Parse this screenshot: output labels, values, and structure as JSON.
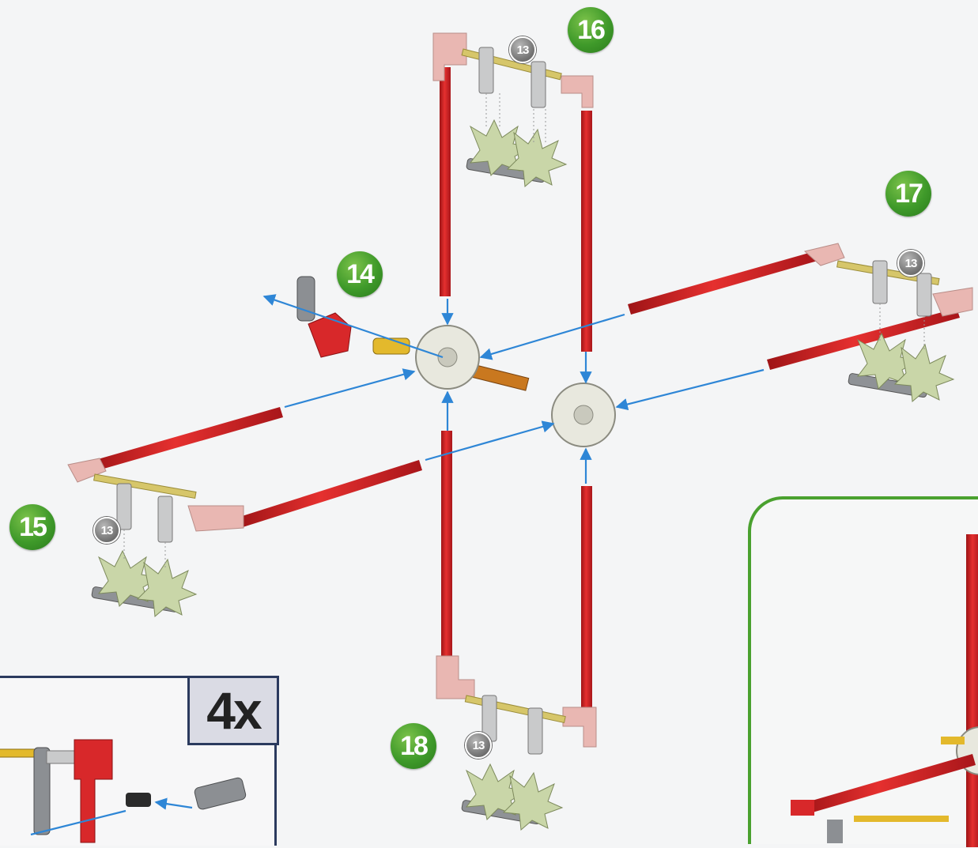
{
  "steps": {
    "s14": "14",
    "s15": "15",
    "s16": "16",
    "s17": "17",
    "s18": "18"
  },
  "reference_badge": "13",
  "quantity_label": "4x",
  "colors": {
    "rod_red": "#d8282a",
    "arrow_blue": "#2e86d6",
    "step_green": "#3f9a2a",
    "panel_border_navy": "#2b3a5e",
    "panel_border_green": "#4aa12f",
    "connector_pink": "#e9b7b2",
    "connector_white": "#e8e8de",
    "clip_gray": "#8c8f93",
    "wheel_green": "#c9d6a8"
  }
}
